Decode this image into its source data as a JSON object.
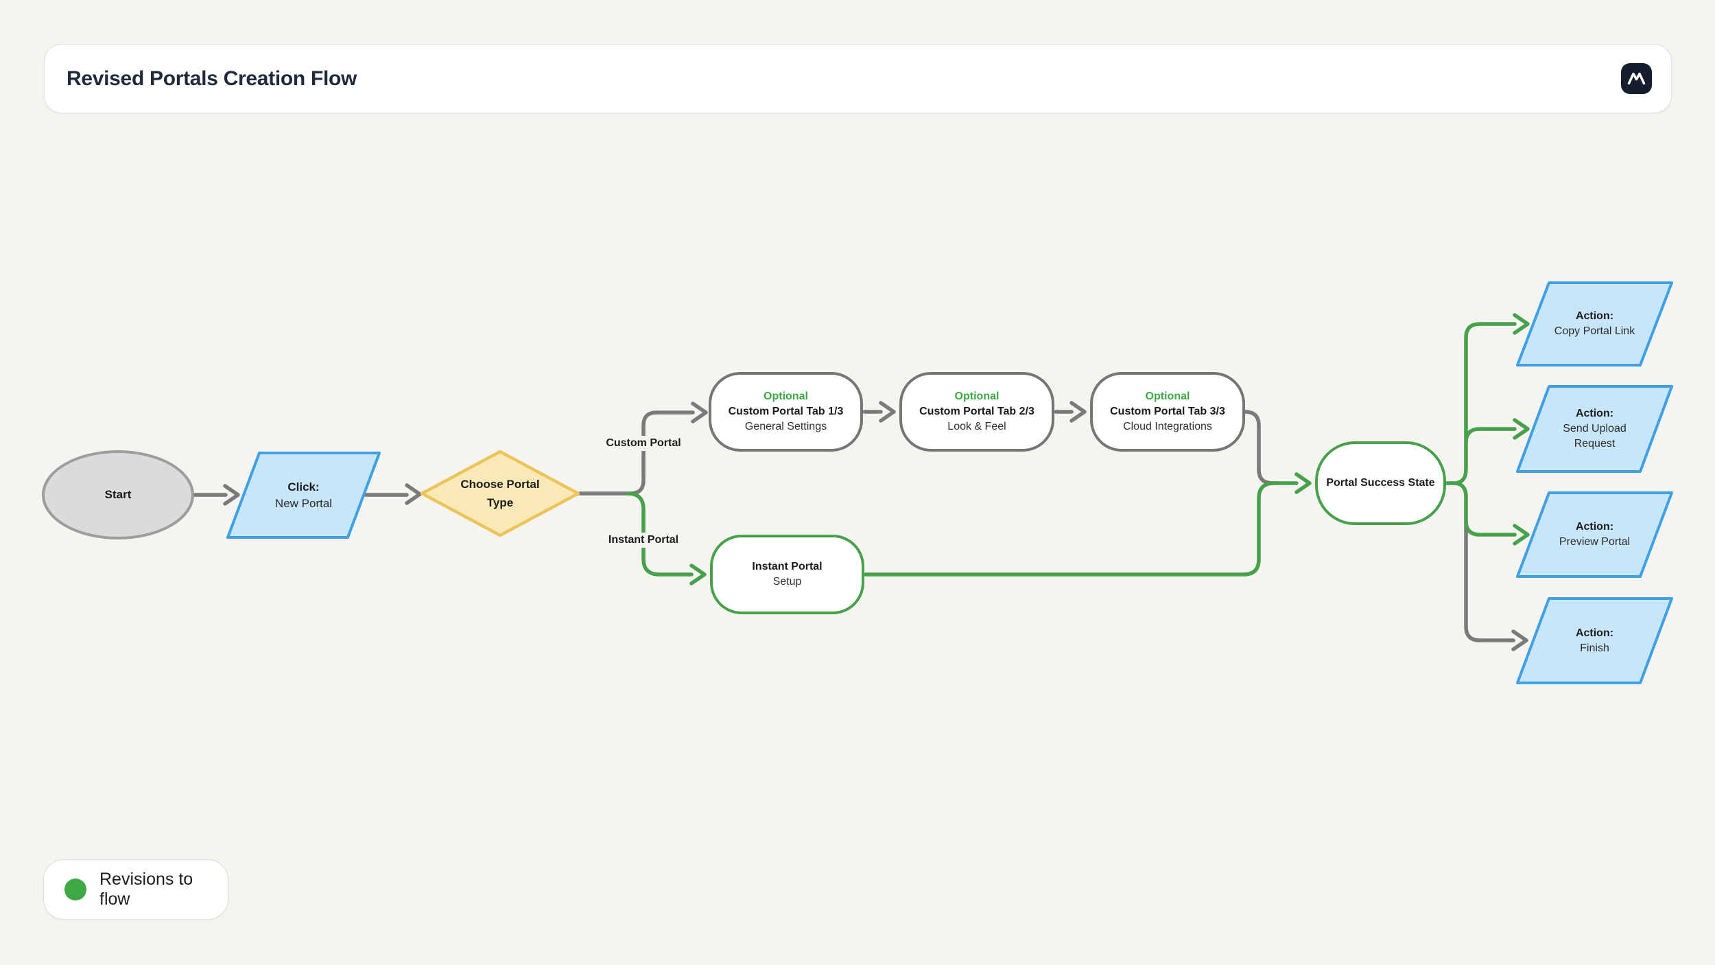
{
  "header": {
    "title": "Revised Portals Creation Flow",
    "logo_glyph": "M"
  },
  "diagram": {
    "nodes": {
      "start": {
        "label": "Start"
      },
      "click_new_portal": {
        "title": "Click:",
        "subtitle": "New Portal"
      },
      "choose_portal_type": {
        "line1": "Choose Portal",
        "line2": "Type"
      },
      "custom_tab_1": {
        "tag": "Optional",
        "title": "Custom Portal Tab 1/3",
        "subtitle": "General Settings"
      },
      "custom_tab_2": {
        "tag": "Optional",
        "title": "Custom Portal Tab 2/3",
        "subtitle": "Look & Feel"
      },
      "custom_tab_3": {
        "tag": "Optional",
        "title": "Custom Portal Tab 3/3",
        "subtitle": "Cloud Integrations"
      },
      "instant_portal_setup": {
        "title": "Instant Portal",
        "subtitle": "Setup"
      },
      "portal_success_state": {
        "label": "Portal Success State"
      },
      "action_copy_portal_link": {
        "tag": "Action:",
        "line1": "Copy Portal Link"
      },
      "action_send_upload_request": {
        "tag": "Action:",
        "line1": "Send Upload",
        "line2": "Request"
      },
      "action_preview_portal": {
        "tag": "Action:",
        "line1": "Preview Portal"
      },
      "action_finish": {
        "tag": "Action:",
        "line1": "Finish"
      }
    },
    "edge_labels": {
      "custom_portal": "Custom Portal",
      "instant_portal": "Instant Portal"
    },
    "colors": {
      "canvas_background": "#F5F4F1",
      "revision_green": "#47A14B",
      "optional_text_green": "#3CA943",
      "neutral_gray_edge": "#7A7A7A",
      "node_border_gray": "#757575",
      "action_blue_border": "#3FA0E3",
      "action_blue_fill": "#C8E6FA",
      "decision_yellow_border": "#ECC45A",
      "decision_yellow_fill": "#F9E9B7",
      "start_fill_gray": "#DBDBDB",
      "start_border_gray": "#9D9D9D",
      "logo_background": "#161D2D"
    }
  },
  "legend": {
    "label": "Revisions to flow",
    "dot_color": "#3EA845"
  }
}
